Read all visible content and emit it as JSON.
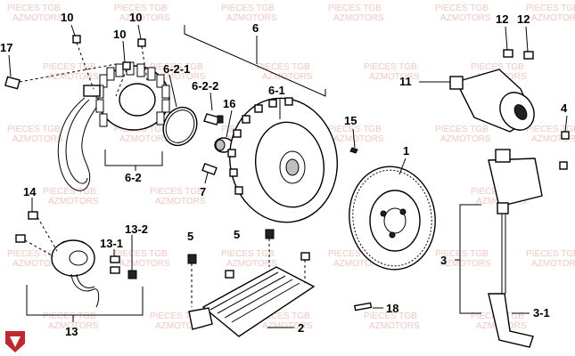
{
  "watermark": {
    "line1": "PIECES TGB",
    "line2": "AZMOTORS",
    "color": "#f3c7c2"
  },
  "logo": {
    "name": "azmotors-shield-logo",
    "color": "#c0282d"
  },
  "labels": {
    "p1": "1",
    "p2": "2",
    "p3": "3",
    "p3_1": "3-1",
    "p4": "4",
    "p5a": "5",
    "p5b": "5",
    "p6": "6",
    "p6_1": "6-1",
    "p6_2": "6-2",
    "p6_2_1": "6-2-1",
    "p6_2_2": "6-2-2",
    "p7": "7",
    "p10a": "10",
    "p10b": "10",
    "p10c": "10",
    "p11": "11",
    "p12a": "12",
    "p12b": "12",
    "p13": "13",
    "p13_1": "13-1",
    "p13_2": "13-2",
    "p14": "14",
    "p15": "15",
    "p16": "16",
    "p17": "17",
    "p18": "18"
  }
}
